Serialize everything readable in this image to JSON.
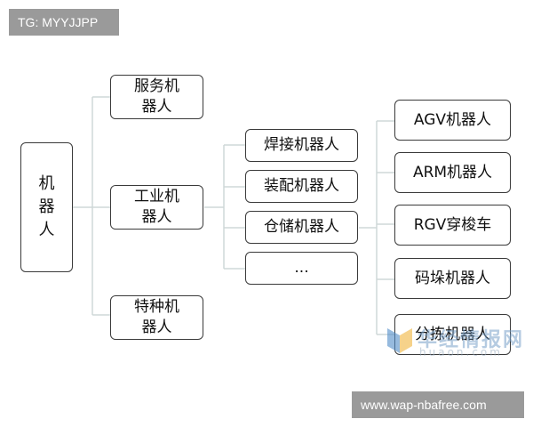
{
  "top_tag": "TG: MYYJJPP",
  "bottom_tag": "www.wap-nbafree.com",
  "root": {
    "line1": "机",
    "line2": "器",
    "line3": "人"
  },
  "level1": {
    "service": {
      "line1": "服务机",
      "line2": "器人"
    },
    "industrial": {
      "line1": "工业机",
      "line2": "器人"
    },
    "special": {
      "line1": "特种机",
      "line2": "器人"
    }
  },
  "industrial_children": {
    "welding": "焊接机器人",
    "assembly": "装配机器人",
    "storage": "仓储机器人",
    "more": "..."
  },
  "storage_children": {
    "agv": "AGV机器人",
    "arm": "ARM机器人",
    "rgv": "RGV穿梭车",
    "palletizing": "码垛机器人",
    "sorting": "分拣机器人"
  },
  "watermark": {
    "text": "华经情报网",
    "sub": "huaon.com"
  },
  "colors": {
    "border": "#3a3a3a",
    "line": "#cfd8d8",
    "tag_bg": "#9a9a9a"
  }
}
